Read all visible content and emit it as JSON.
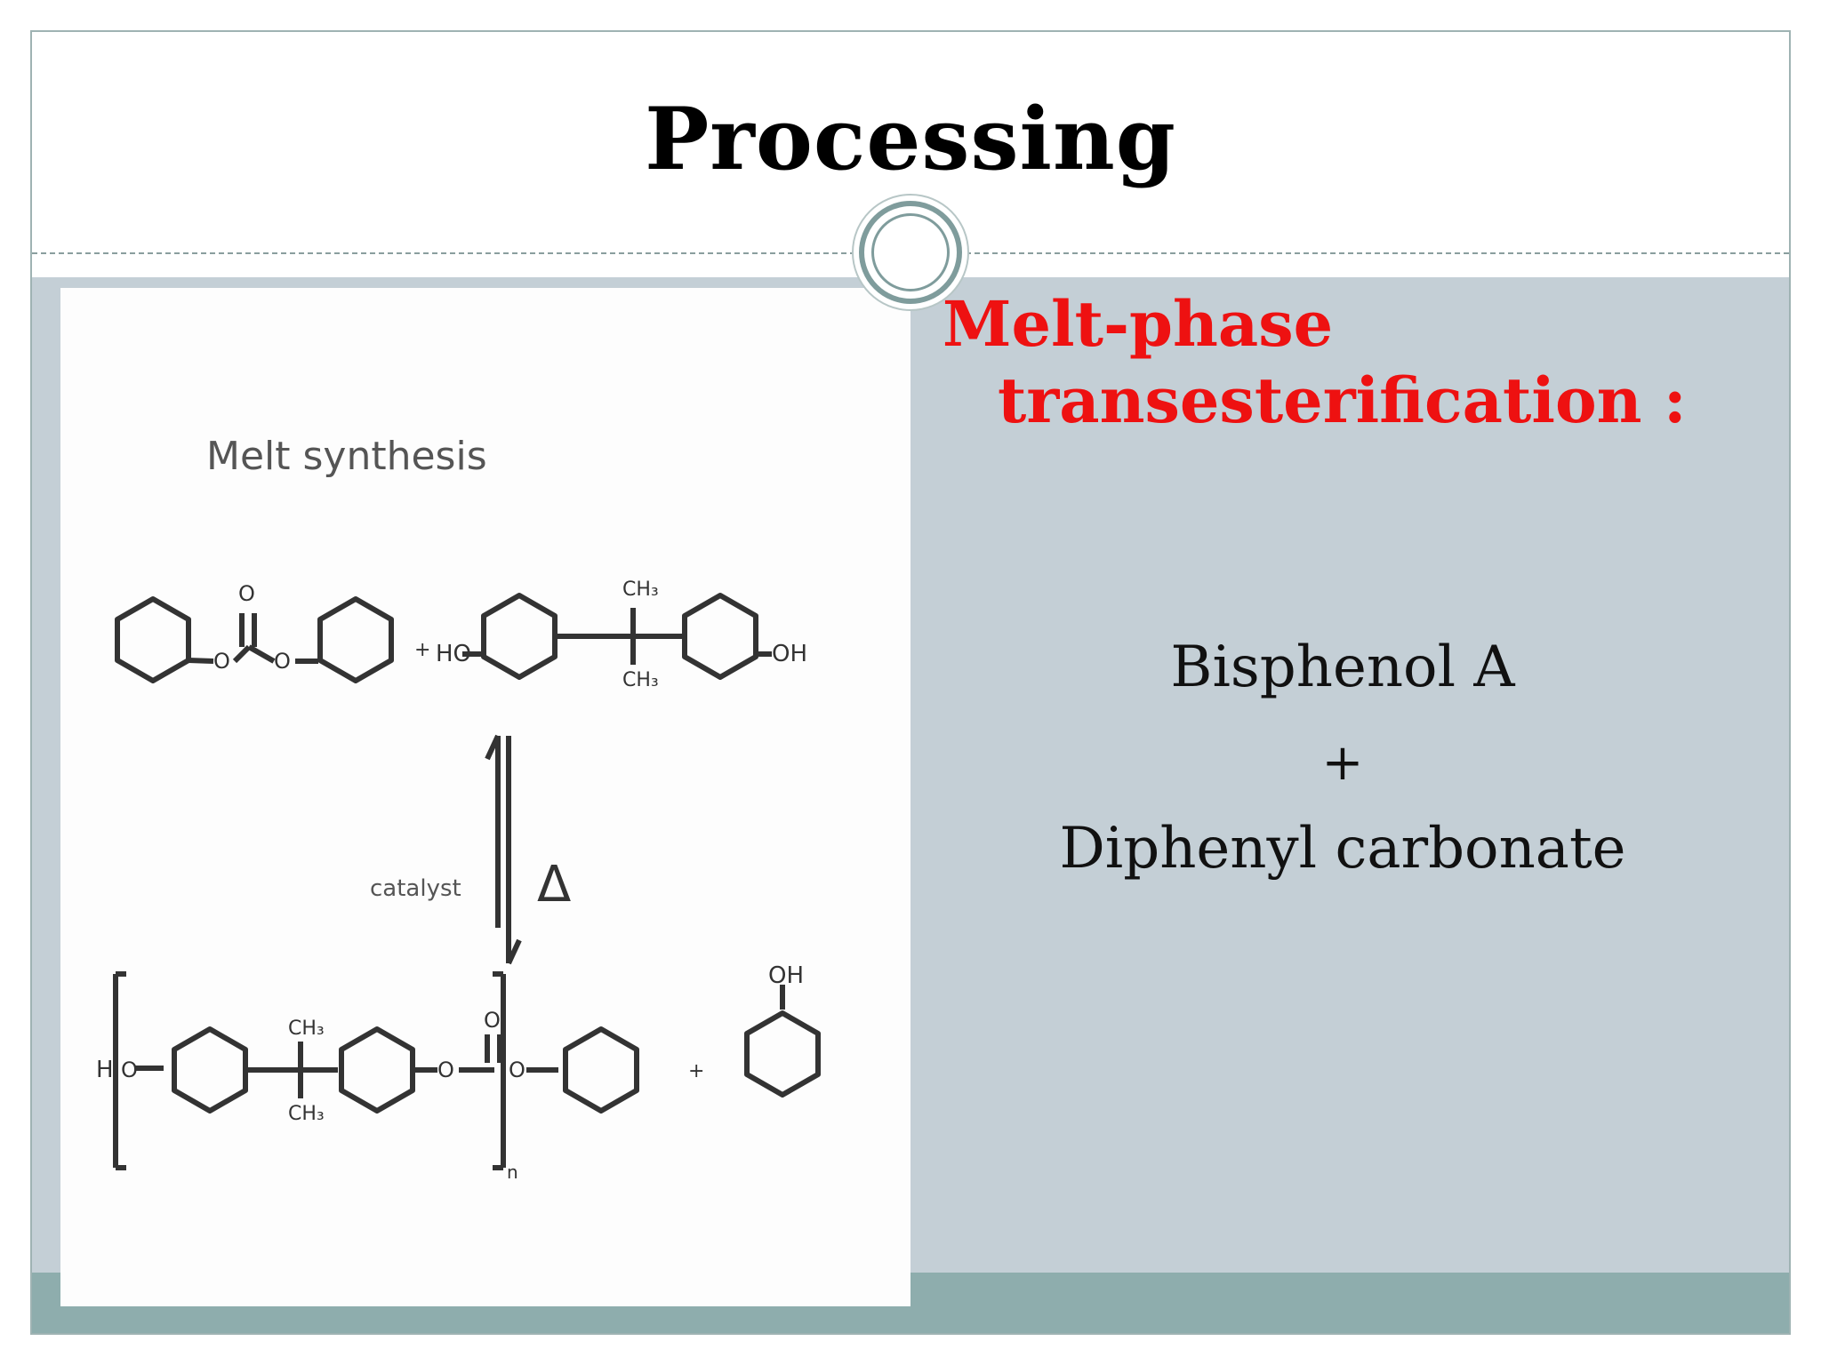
{
  "slide": {
    "title": "Processing",
    "subheading_line1": "Melt-phase",
    "subheading_line2": "transesterification :",
    "body": {
      "reactant1": "Bisphenol A",
      "plus": "+",
      "reactant2": "Diphenyl carbonate"
    }
  },
  "diagram": {
    "caption": "Melt synthesis",
    "catalyst_label": "catalyst",
    "heat_symbol": "Δ",
    "plus": "+",
    "labels": {
      "ho": "HO",
      "oh": "OH",
      "o": "O",
      "h": "H",
      "n": "n",
      "ch3": "CH₃"
    }
  },
  "colors": {
    "title": "#000000",
    "subheading": "#ee1111",
    "content_bg": "#c4cfd6",
    "bottom_bar": "#8eadad",
    "border": "#9fb3b3"
  }
}
